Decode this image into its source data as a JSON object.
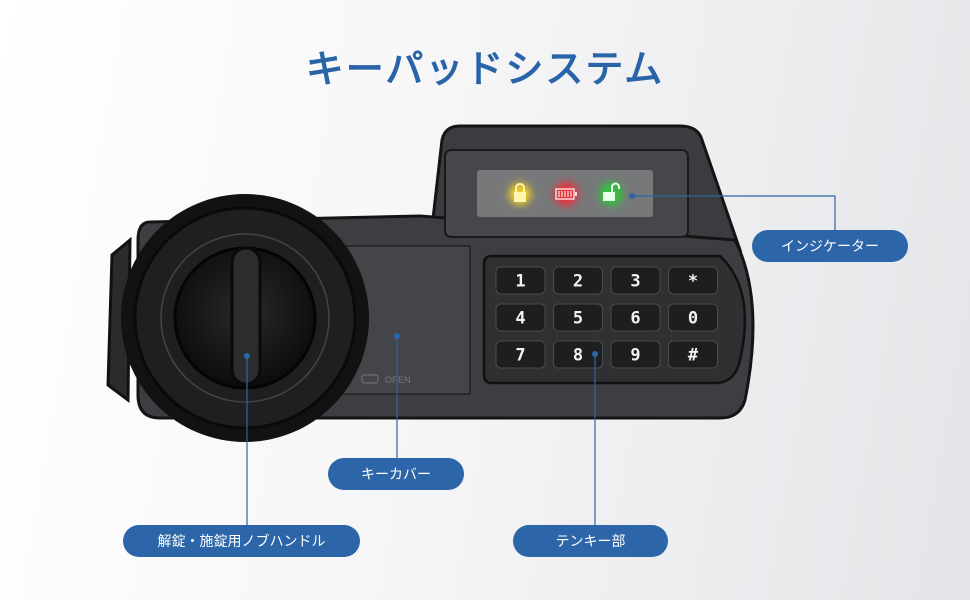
{
  "title": "キーパッドシステム",
  "labels": {
    "indicator": "インジケーター",
    "key_cover": "キーカバー",
    "knob_handle": "解錠・施錠用ノブハンドル",
    "keypad": "テンキー部"
  },
  "device": {
    "open_text": "OPEN",
    "keys": [
      "1",
      "2",
      "3",
      "*",
      "4",
      "5",
      "6",
      "0",
      "7",
      "8",
      "9",
      "#"
    ],
    "indicators": [
      {
        "icon": "lock-icon",
        "color": "#f0d020"
      },
      {
        "icon": "battery-icon",
        "color": "#e8323c"
      },
      {
        "icon": "unlock-icon",
        "color": "#33c23a"
      }
    ]
  },
  "colors": {
    "accent": "#2c66a8",
    "title": "#2a64a8"
  }
}
